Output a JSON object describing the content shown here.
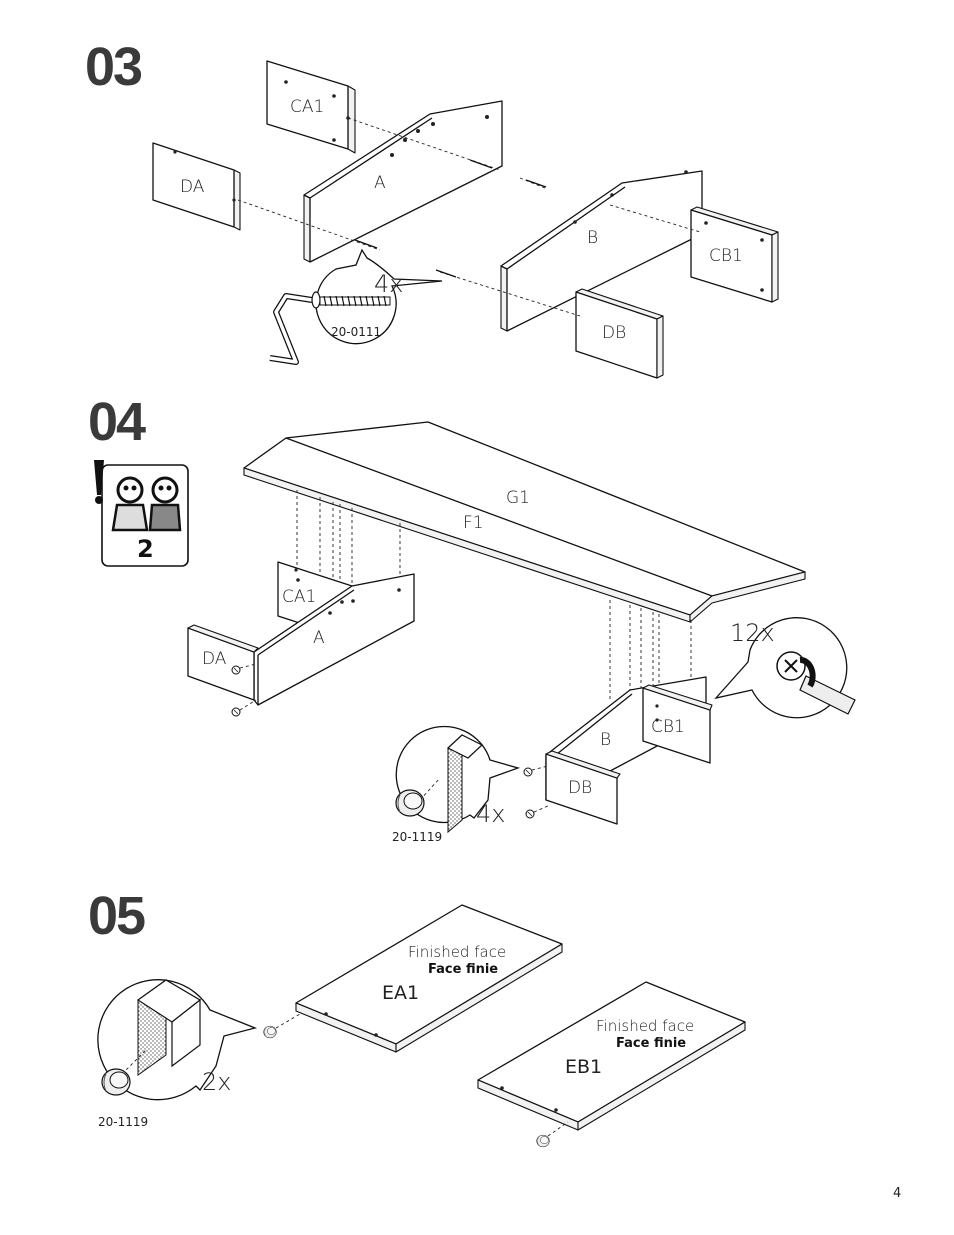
{
  "page_number": "4",
  "steps": [
    {
      "number": "03",
      "parts": [
        "CA1",
        "A",
        "DA",
        "B",
        "CB1",
        "DB"
      ],
      "callout": {
        "quantity": "4x",
        "part_code": "20-0111"
      }
    },
    {
      "number": "04",
      "people_required": "2",
      "parts": [
        "G1",
        "F1",
        "CA1",
        "A",
        "DA",
        "B",
        "CB1",
        "DB"
      ],
      "callout_cam": {
        "quantity": "12x"
      },
      "callout_glide": {
        "quantity": "4x",
        "part_code": "20-1119"
      }
    },
    {
      "number": "05",
      "callout": {
        "quantity": "2x",
        "part_code": "20-1119"
      },
      "panels": [
        {
          "name": "EA1",
          "finished_face": "Finished face",
          "face_finie": "Face finie"
        },
        {
          "name": "EB1",
          "finished_face": "Finished face",
          "face_finie": "Face finie"
        }
      ]
    }
  ],
  "icons": [
    "warning-icon",
    "two-people-icon",
    "cam-lock-icon",
    "glide-icon",
    "allen-key-icon",
    "screwdriver-icon"
  ]
}
